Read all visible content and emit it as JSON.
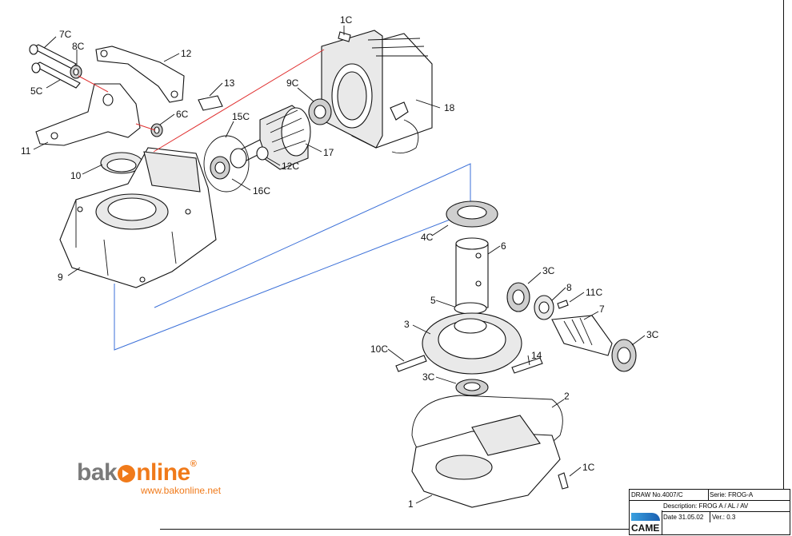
{
  "labels": {
    "l1C_top": "1C",
    "l7C": "7C",
    "l8C": "8C",
    "l5C": "5C",
    "l12": "12",
    "l13": "13",
    "l6C": "6C",
    "l11": "11",
    "l10": "10",
    "l15C": "15C",
    "l9C": "9C",
    "l18": "18",
    "l17": "17",
    "l12C": "12C",
    "l16C": "16C",
    "l9": "9",
    "l4C": "4C",
    "l6": "6",
    "l3C_a": "3C",
    "l8": "8",
    "l11C": "11C",
    "l7": "7",
    "l5": "5",
    "l3": "3",
    "l3C_b": "3C",
    "l10C": "10C",
    "l14": "14",
    "l3C_c": "3C",
    "l2": "2",
    "l1C_bot": "1C",
    "l1": "1"
  },
  "logo": {
    "brand_a": "bak",
    "brand_b": "nline",
    "reg": "®",
    "url": "www.bakonline.net"
  },
  "titleblock": {
    "draw_no": "DRAW No.4007/C",
    "serie": "Serie: FROG-A",
    "description": "Description: FROG A / AL / AV",
    "date": "Date 31.05.02",
    "version": "Ver.: 0.3",
    "brand": "CAME"
  }
}
